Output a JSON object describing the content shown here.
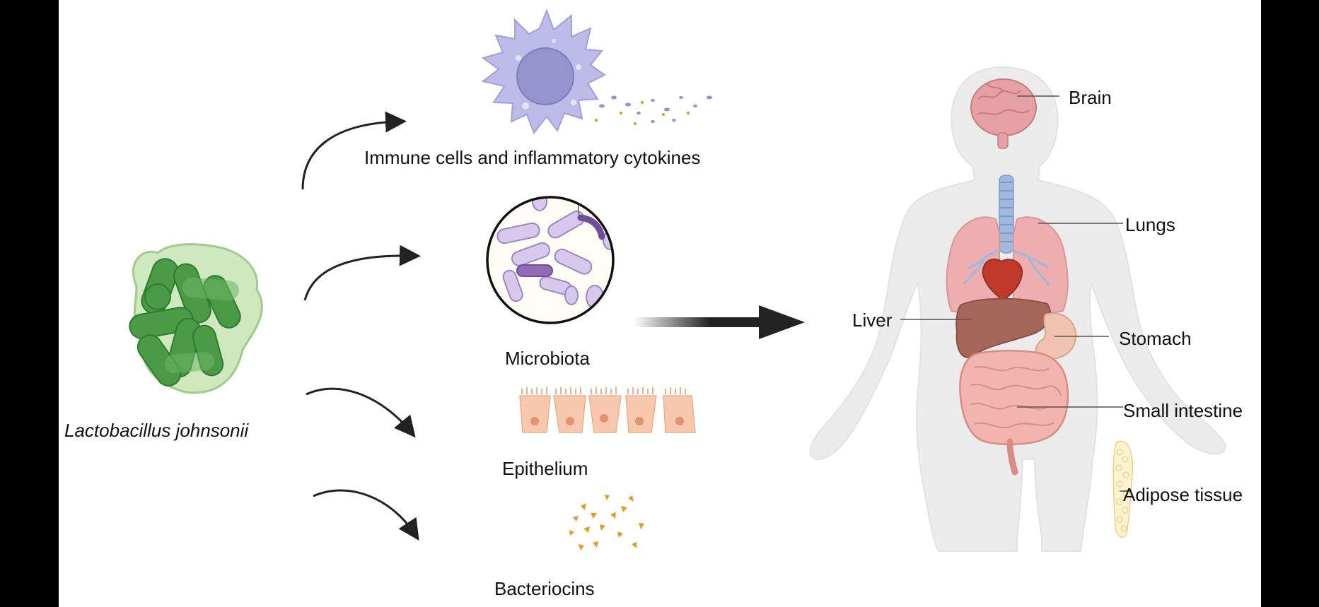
{
  "species": {
    "name": "Lactobacillus johnsonii"
  },
  "effects": [
    {
      "label": "Immune cells and inflammatory cytokines"
    },
    {
      "label": "Microbiota"
    },
    {
      "label": "Epithelium"
    },
    {
      "label": "Bacteriocins"
    }
  ],
  "organs": [
    {
      "label": "Brain"
    },
    {
      "label": "Lungs"
    },
    {
      "label": "Liver"
    },
    {
      "label": "Stomach"
    },
    {
      "label": "Small intestine"
    },
    {
      "label": "Adipose tissue"
    }
  ],
  "colors": {
    "bacteria_green": "#4f9e4a",
    "immune_purple": "#a9a7dc",
    "epithelium_peach": "#f7c8ae",
    "bacteriocin_orange": "#e49a22",
    "arrow_dark": "#222222"
  }
}
